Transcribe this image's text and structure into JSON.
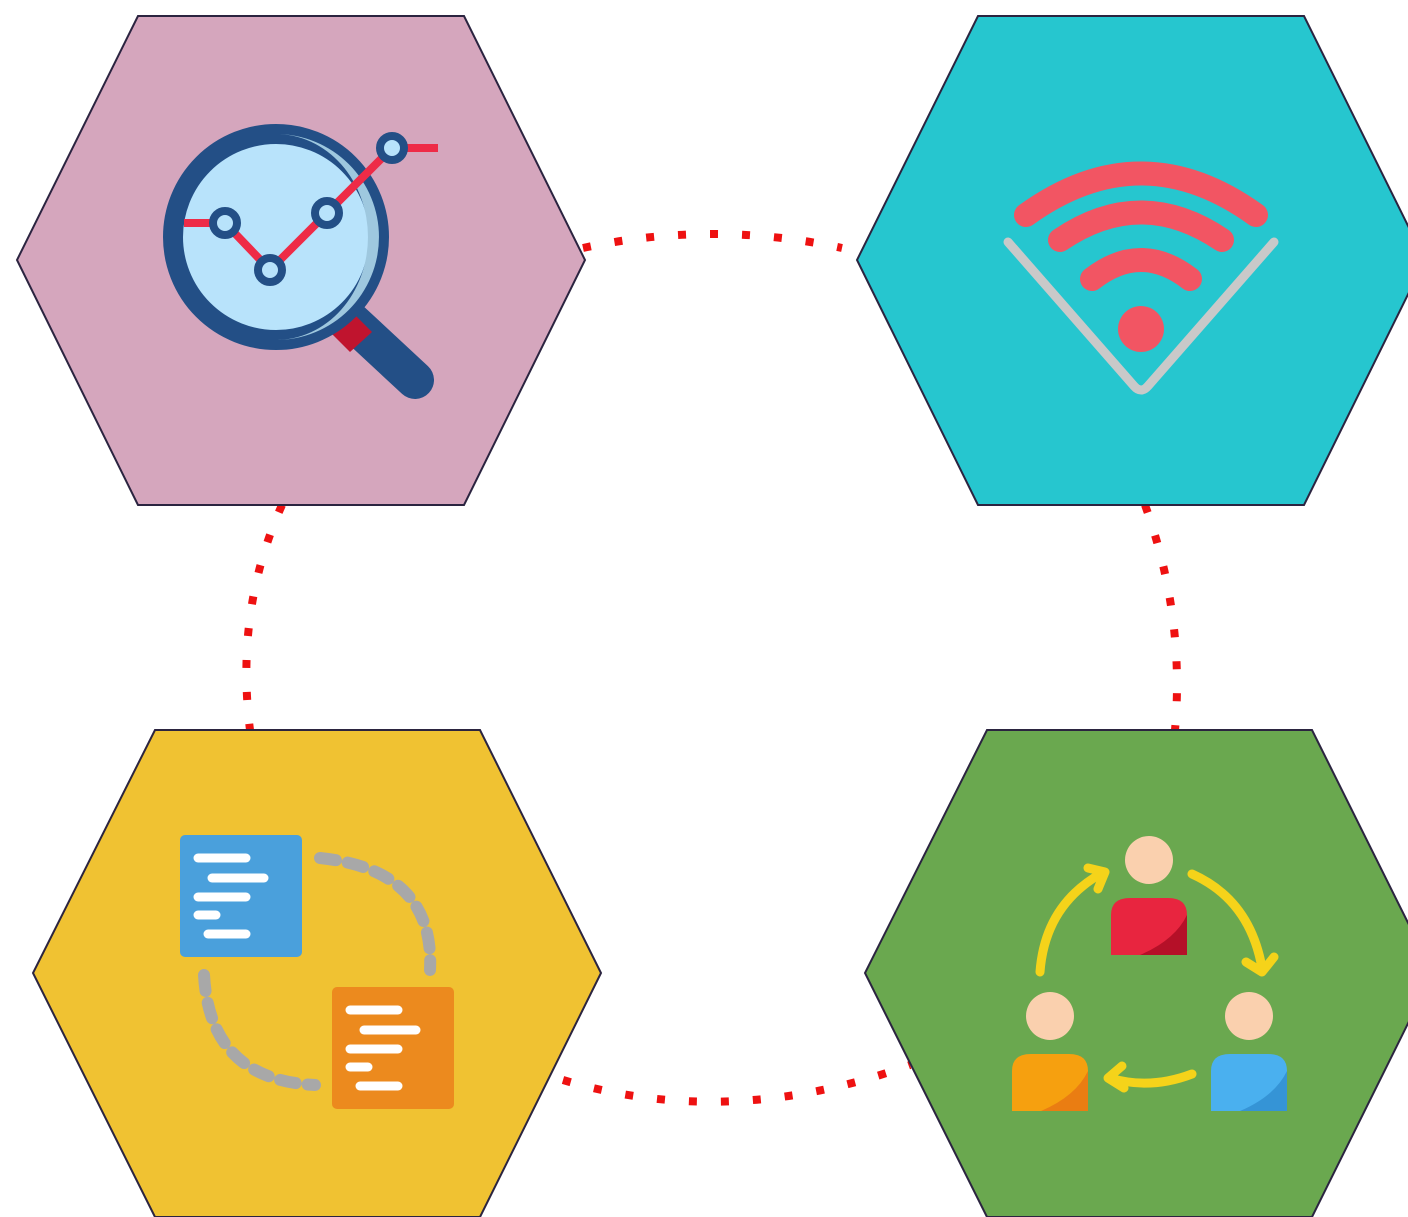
{
  "diagram": {
    "background": "#ffffff",
    "connector_color": "#ee1111",
    "outline_color": "#2b2440",
    "nodes": [
      {
        "id": "analytics",
        "fill": "#d5a6bd",
        "icon": "magnifier-chart-icon"
      },
      {
        "id": "wifi",
        "fill": "#26c6cf",
        "icon": "wifi-signal-icon"
      },
      {
        "id": "documents",
        "fill": "#f0c232",
        "icon": "document-exchange-icon"
      },
      {
        "id": "team",
        "fill": "#6aa84f",
        "icon": "team-collaboration-icon"
      }
    ]
  }
}
